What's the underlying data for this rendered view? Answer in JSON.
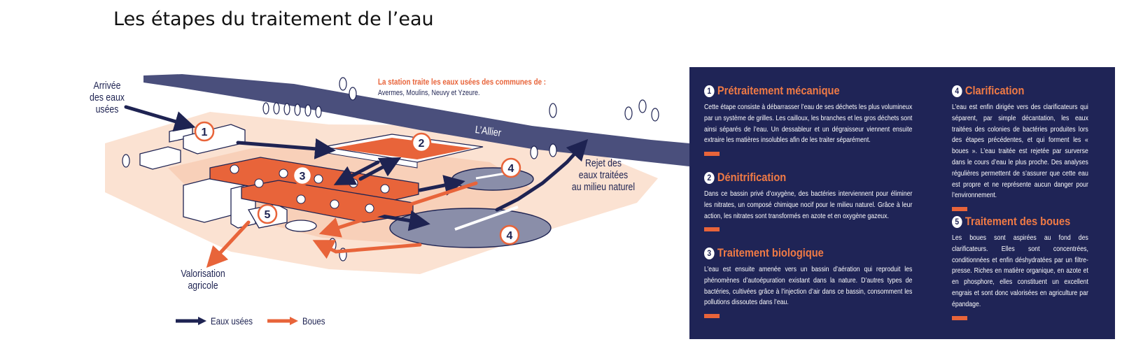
{
  "page": {
    "title": "Les étapes du traitement de l’eau"
  },
  "diagram": {
    "labels": {
      "arrivee": "Arrivée\ndes eaux\nusées",
      "rejet": "Rejet des\neaux traitées\nau milieu naturel",
      "valorisation": "Valorisation\nagricole",
      "river": "L’Allier"
    },
    "station": {
      "title": "La station traite les eaux usées des communes de :",
      "communes": "Avermes, Moulins, Neuvy et Yzeure."
    },
    "markers": [
      "1",
      "2",
      "3",
      "4",
      "4",
      "5"
    ],
    "legend": {
      "usees": "Eaux usées",
      "boues": "Boues"
    },
    "colors": {
      "navy": "#1e2352",
      "orange": "#e8643a",
      "sand": "#f9d6c2",
      "water": "#4a4f7c",
      "basin": "#8a8ea9"
    }
  },
  "panel": {
    "steps": [
      {
        "num": "1",
        "title": "Prétraitement mécanique",
        "text": "Cette étape consiste à débarrasser l’eau de ses déchets les plus volumineux par un système de grilles. Les cailloux, les branches et les gros déchets sont ainsi séparés de l’eau. Un dessableur et un dégraisseur viennent ensuite extraire les matières insolubles afin de les traiter séparément."
      },
      {
        "num": "2",
        "title": "Dénitrification",
        "text": "Dans ce bassin privé d’oxygène, des bactéries interviennent pour éliminer les nitrates, un composé chimique nocif pour le milieu naturel. Grâce à leur action, les nitrates sont transformés en azote et en oxygène gazeux."
      },
      {
        "num": "3",
        "title": "Traitement biologique",
        "text": "L’eau est ensuite amenée vers un bassin d’aération qui reproduit les phénomènes d’autoépuration existant dans la nature. D’autres types de bactéries, cultivées grâce à l’injection d’air dans ce bassin, consomment les pollutions dissoutes dans l’eau."
      },
      {
        "num": "4",
        "title": "Clarification",
        "text": "L’eau est enfin dirigée vers des clarificateurs qui séparent, par simple décantation, les eaux traitées des colonies de bactéries produites lors des étapes précédentes, et qui forment les « boues ». L’eau traitée est rejetée par surverse dans le cours d’eau le plus proche. Des analyses régulières permettent de s’assurer que cette eau est propre et ne représente aucun danger pour l’environnement."
      },
      {
        "num": "5",
        "title": "Traitement des boues",
        "text": "Les boues sont aspirées au fond des clarificateurs. Elles sont concentrées, conditionnées et enfin déshydratées par un filtre-presse. Riches en matière organique, en azote et en phosphore, elles constituent un excellent engrais et sont donc valorisées en agriculture par épandage."
      }
    ]
  }
}
